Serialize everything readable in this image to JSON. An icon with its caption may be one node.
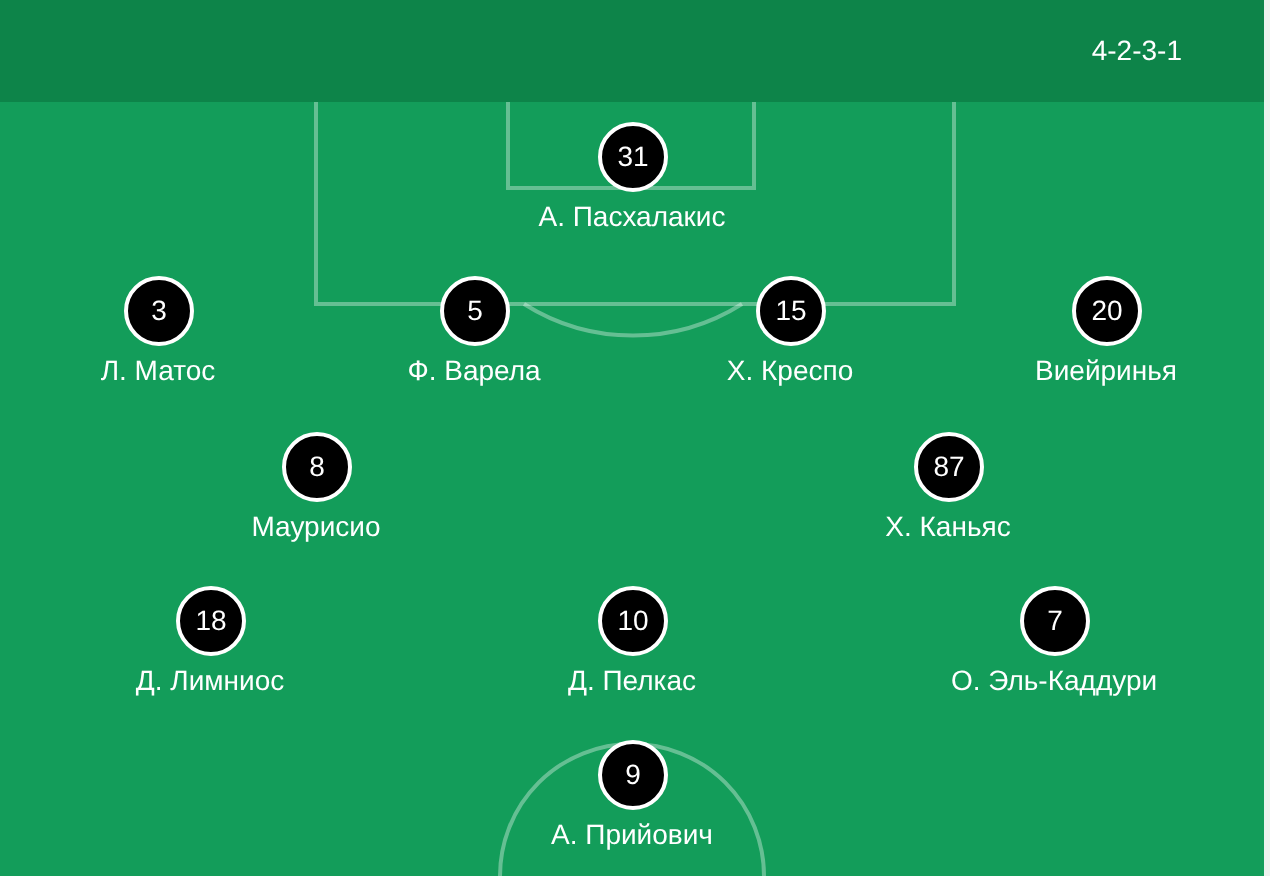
{
  "diagram": {
    "nodes": [
      {
        "text": [
          "31"
        ],
        "beside": [
          "А. Пасхалакис"
        ]
      },
      {
        "text": [
          "3"
        ],
        "beside": [
          "Л. Матос"
        ]
      },
      {
        "text": [
          "5"
        ],
        "beside": [
          "Ф. Варела"
        ]
      },
      {
        "text": [
          "15"
        ],
        "beside": [
          "Х. Креспо"
        ]
      },
      {
        "text": [
          "20"
        ],
        "beside": [
          "Виейринья"
        ]
      },
      {
        "text": [
          "8"
        ],
        "beside": [
          "Маурисио"
        ]
      },
      {
        "text": [
          "87"
        ],
        "beside": [
          "Х. Каньяс"
        ]
      },
      {
        "text": [
          "18"
        ],
        "beside": [
          "Д. Лимниос"
        ]
      },
      {
        "text": [
          "10"
        ],
        "beside": [
          "Д. Пелкас"
        ]
      },
      {
        "text": [
          "7"
        ],
        "beside": [
          "О. Эль-Каддури"
        ]
      },
      {
        "text": [
          "9"
        ],
        "beside": [
          "А. Прийович"
        ]
      }
    ],
    "labels": [
      "4-2-3-1"
    ]
  }
}
